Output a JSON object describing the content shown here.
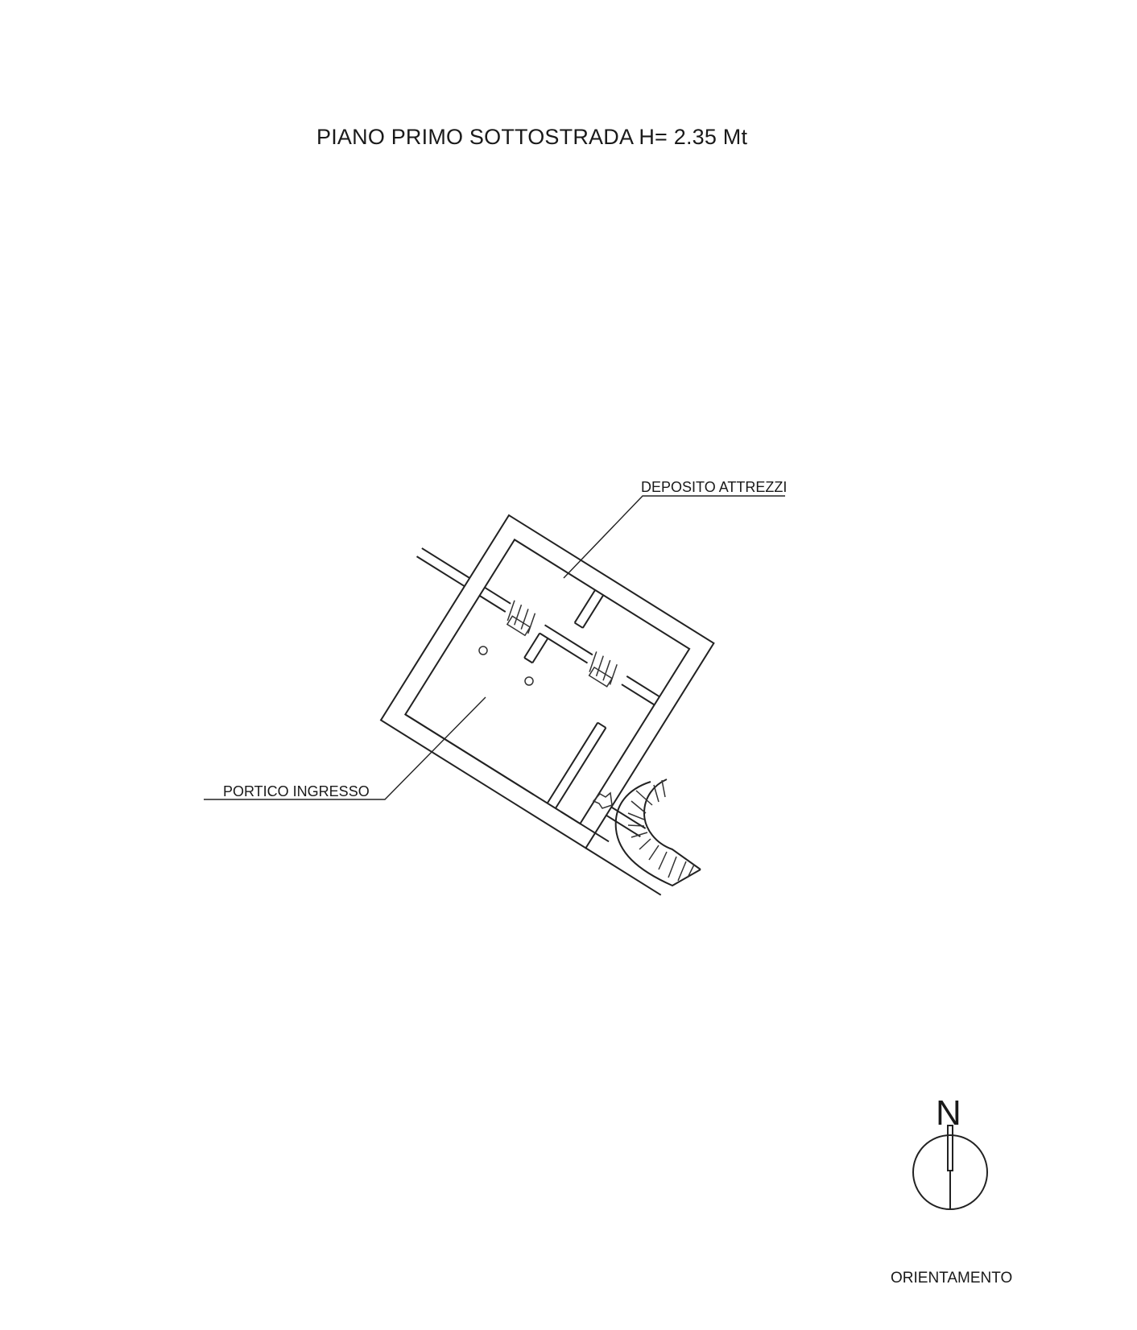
{
  "title": "PIANO PRIMO SOTTOSTRADA H= 2.35 Mt",
  "rooms": [
    {
      "label": "DEPOSITO ATTREZZI"
    },
    {
      "label": "PORTICO INGRESSO"
    }
  ],
  "compass": {
    "north_label": "N",
    "caption": "ORIENTAMENTO"
  },
  "colors": {
    "ink": "#222222",
    "background": "#ffffff"
  }
}
